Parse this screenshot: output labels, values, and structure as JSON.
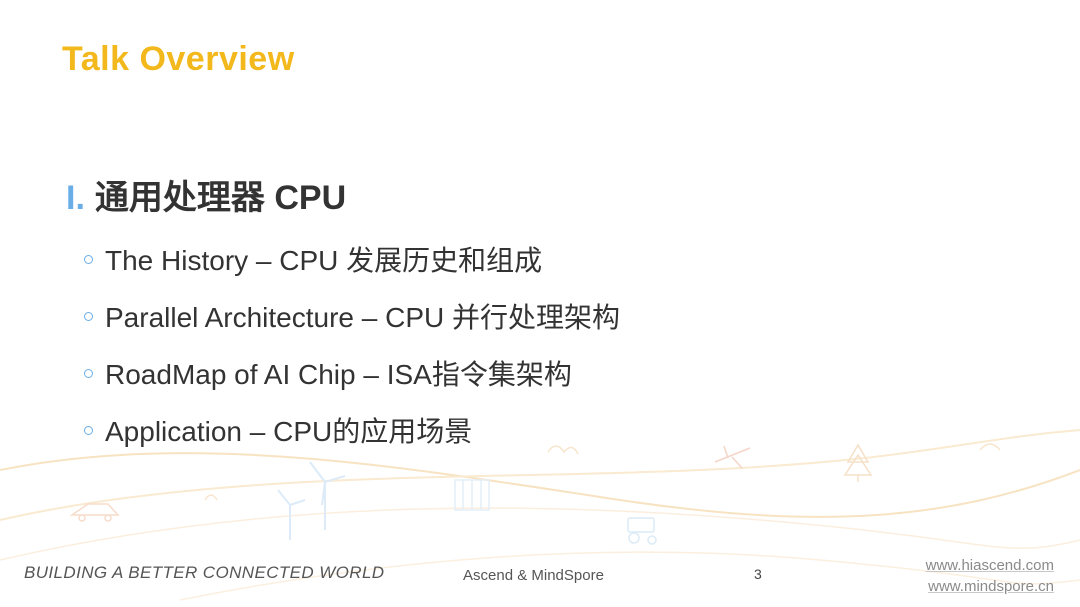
{
  "slide": {
    "title": "Talk Overview",
    "section": {
      "number": "I.",
      "text": "通用处理器 CPU"
    },
    "bullets": [
      "The History – CPU 发展历史和组成",
      "Parallel Architecture – CPU 并行处理架构",
      "RoadMap of AI Chip – ISA指令集架构",
      "Application – CPU的应用场景"
    ]
  },
  "footer": {
    "slogan": "BUILDING A BETTER CONNECTED WORLD",
    "center": "Ascend & MindSpore",
    "page_number": "3",
    "urls": [
      "www.hiascend.com",
      "www.mindspore.cn"
    ]
  },
  "colors": {
    "title": "#f2b81c",
    "accent": "#6aaee8",
    "text": "#333333",
    "background_art": "#f6e6c8"
  }
}
